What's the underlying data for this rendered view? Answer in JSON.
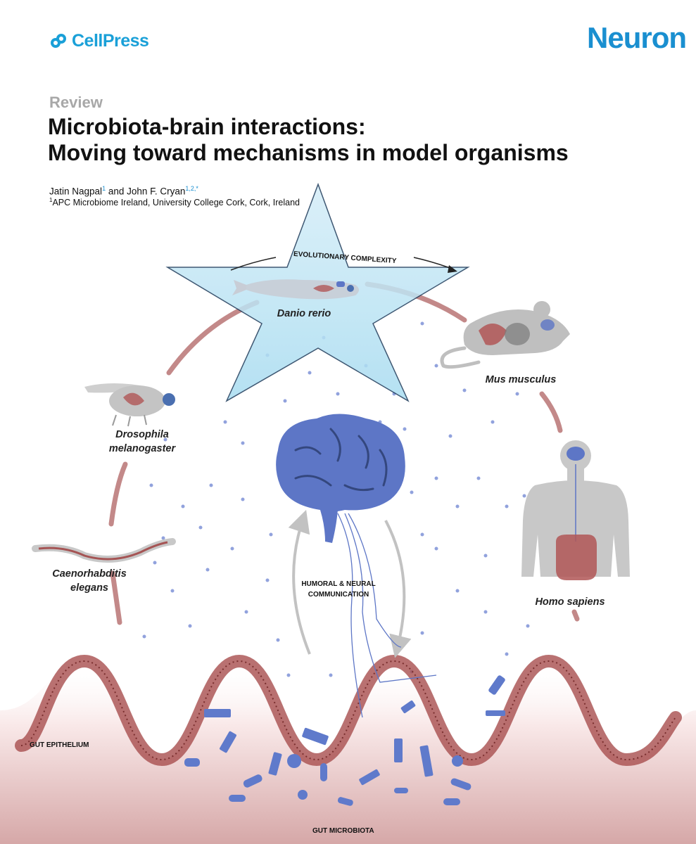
{
  "header": {
    "publisher": "CellPress",
    "journal": "Neuron"
  },
  "article": {
    "section": "Review",
    "title_lines": [
      "Microbiota-brain interactions:",
      "Moving toward mechanisms in model organisms"
    ],
    "author_1": "Jatin Nagpal",
    "author_1_sup": "1",
    "author_join": " and ",
    "author_2": "John F. Cryan",
    "author_2_sup": "1,2,*",
    "affiliation_sup": "1",
    "affiliation": "APC Microbiome Ireland, University College Cork, Cork, Ireland"
  },
  "figure": {
    "arc_label": "EVOLUTIONARY COMPLEXITY",
    "organisms": {
      "zebrafish": "Danio rerio",
      "mouse": "Mus musculus",
      "fly_line1": "Drosophila",
      "fly_line2": "melanogaster",
      "human": "Homo sapiens",
      "worm_line1": "Caenorhabditis",
      "worm_line2": "elegans"
    },
    "communication_line1": "HUMORAL & NEURAL",
    "communication_line2": "COMMUNICATION",
    "gut_epithelium": "GUT EPITHELIUM",
    "gut_microbiota": "GUT MICROBIOTA",
    "colors": {
      "brand_blue": "#1a8fd0",
      "star_fill": "#aee0f3",
      "arc_red": "#b97474",
      "brain_blue": "#5d76c6",
      "tissue_red": "#b05656"
    }
  }
}
